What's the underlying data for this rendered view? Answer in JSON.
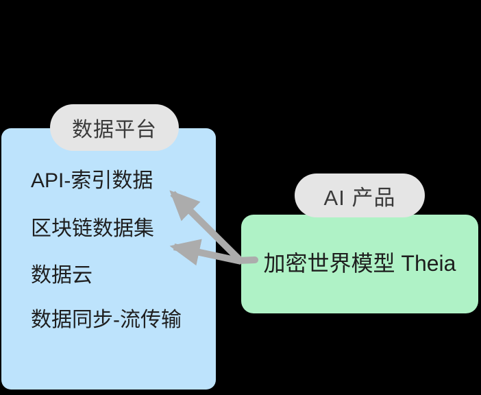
{
  "diagram": {
    "background_color": "#000000",
    "data_platform": {
      "label": "数据平台",
      "box_color": "#BDE3FC",
      "items": [
        "API-索引数据",
        "区块链数据集",
        "数据云",
        "数据同步-流传输"
      ]
    },
    "ai_product": {
      "label": "AI 产品",
      "box_color": "#AFF2C6",
      "items": [
        "加密世界模型 Theia"
      ]
    },
    "label_pill_color": "#E5E5E5",
    "text_color": "#1E1E1E",
    "arrows": {
      "color": "#ACACAC",
      "connections": [
        {
          "from": "加密世界模型 Theia",
          "to": "API-索引数据"
        },
        {
          "from": "加密世界模型 Theia",
          "to": "区块链数据集"
        }
      ]
    }
  }
}
